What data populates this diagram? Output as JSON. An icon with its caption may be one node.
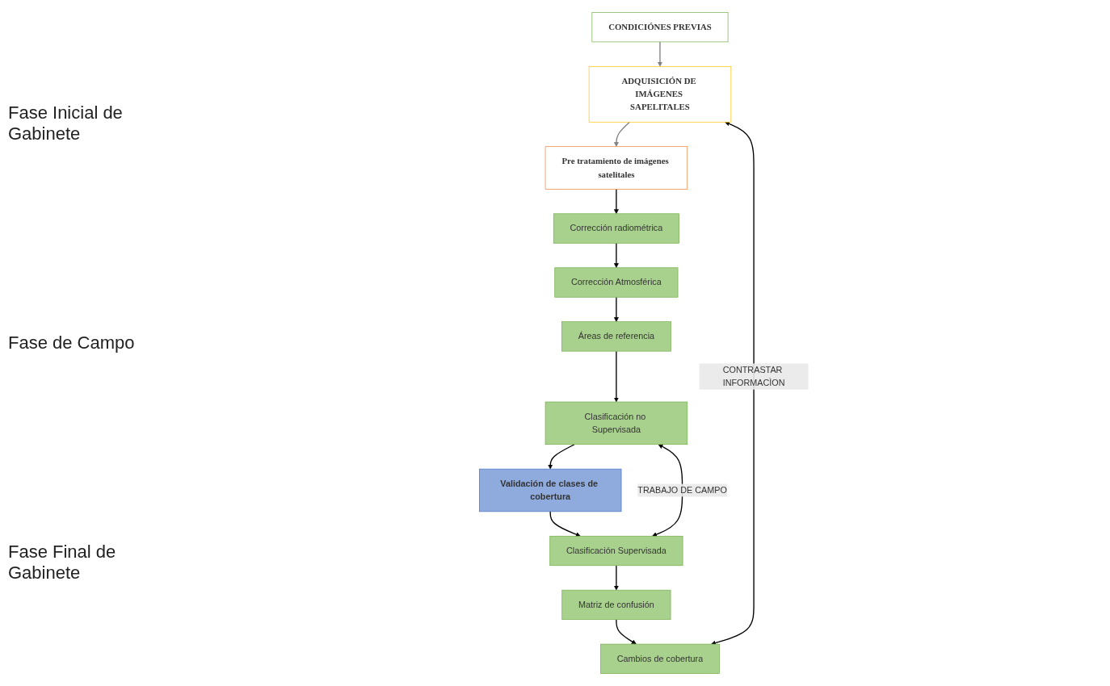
{
  "diagram": {
    "nodes": [
      {
        "text": [
          "CONDICIÓNES PREVIAS"
        ]
      },
      {
        "text": [
          "ADQUISICIÓN DE IMÁGENES SAPELITALES"
        ]
      },
      {
        "text": [
          "Pre tratamiento de imágenes satelitales"
        ]
      },
      {
        "text": [
          "Corrección radiométrica"
        ]
      },
      {
        "text": [
          "Corrección Atmosférica"
        ]
      },
      {
        "text": [
          "Áreas de referencia"
        ]
      },
      {
        "text": [
          "Clasificación no Supervisada"
        ]
      },
      {
        "text": [
          "Validación de clases de cobertura"
        ]
      },
      {
        "text": [
          "Clasificación Supervisada"
        ]
      },
      {
        "text": [
          "Matriz de confusión"
        ]
      },
      {
        "text": [
          "Cambios de cobertura"
        ]
      }
    ],
    "edges": [
      {
        "from": 0,
        "to": 1,
        "arrow": "to",
        "color": "#808080"
      },
      {
        "from": 1,
        "to": 2,
        "arrow": "to",
        "color": "#808080"
      },
      {
        "from": 2,
        "to": 3,
        "arrow": "to"
      },
      {
        "from": 3,
        "to": 4,
        "arrow": "to"
      },
      {
        "from": 4,
        "to": 5,
        "arrow": "to"
      },
      {
        "from": 5,
        "to": 6,
        "arrow": "to"
      },
      {
        "from": 6,
        "to": 7,
        "arrow": "to"
      },
      {
        "from": 7,
        "to": 8,
        "arrow": "to"
      },
      {
        "from": 8,
        "to": 9,
        "arrow": "to"
      },
      {
        "from": 9,
        "to": 10,
        "arrow": "to"
      },
      {
        "from": 6,
        "to": 8,
        "arrow": "both",
        "label": "TRABAJO DE CAMPO"
      },
      {
        "from": 10,
        "to": 1,
        "arrow": "both",
        "label": "CONTRASTAR INFORMACÌON"
      }
    ],
    "labels": [
      "Fase Inicial de Gabinete",
      "Fase de Campo",
      "Fase Final de Gabinete"
    ]
  }
}
